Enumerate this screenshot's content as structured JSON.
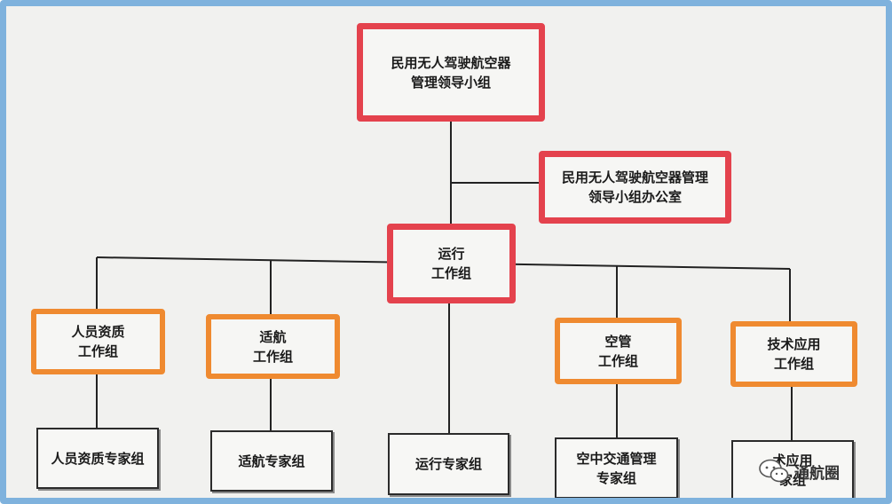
{
  "nodes": {
    "leadership_group": "民用无人驾驶航空器\n管理领导小组",
    "leadership_office": "民用无人驾驶航空器管理\n领导小组办公室",
    "operation_group": "运行\n工作组",
    "personnel_group": "人员资质\n工作组",
    "airworthiness_group": "适航\n工作组",
    "atc_group": "空管\n工作组",
    "tech_app_group": "技术应用\n工作组",
    "personnel_experts": "人员资质专家组",
    "airworthiness_experts": "适航专家组",
    "operation_experts": "运行专家组",
    "atc_experts": "空中交通管理\n专家组",
    "tech_app_experts": "术应用\n家组"
  },
  "watermark": {
    "text": "通航圈",
    "icon": "wechat-icon"
  },
  "colors": {
    "red": "#e4424d",
    "orange": "#ef8a30",
    "frame": "#7fb2dd"
  }
}
